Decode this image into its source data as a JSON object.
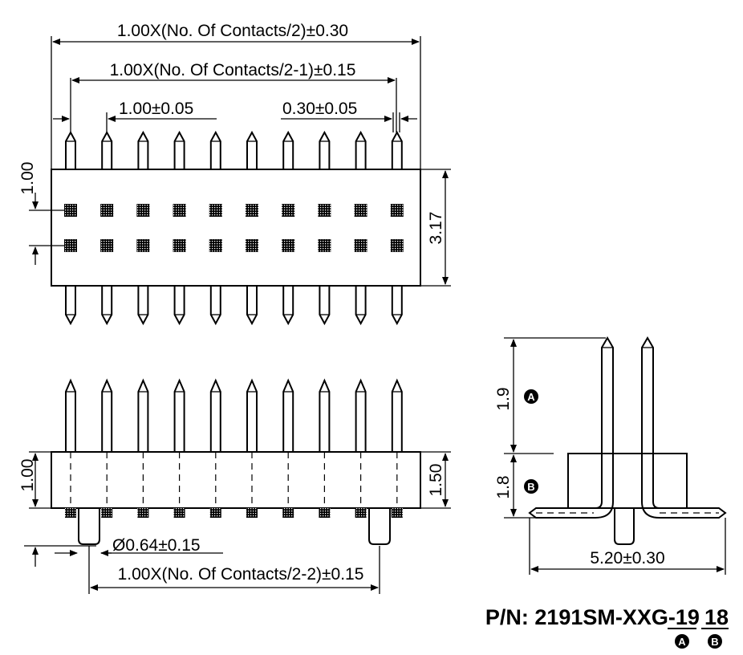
{
  "dimensions": {
    "overall_width": "1.00X(No. Of Contacts/2)±0.30",
    "row_span": "1.00X(No. Of Contacts/2-1)±0.15",
    "pitch": "1.00±0.05",
    "pin_width": "0.30±0.05",
    "row_pitch": "1.00",
    "body_depth": "3.17",
    "pin_offset": "1.00",
    "body_height": "1.50",
    "post_diameter": "Ø0.64±0.15",
    "post_span": "1.00X(No. Of Contacts/2-2)±0.15",
    "pin_length_a": "1.9",
    "pin_length_b": "1.8",
    "footprint_width": "5.20±0.30"
  },
  "badges": {
    "a": "A",
    "b": "B"
  },
  "part_number": {
    "prefix": "P/N: 2191SM-XXG-",
    "code_a": "19",
    "code_b": "18"
  }
}
